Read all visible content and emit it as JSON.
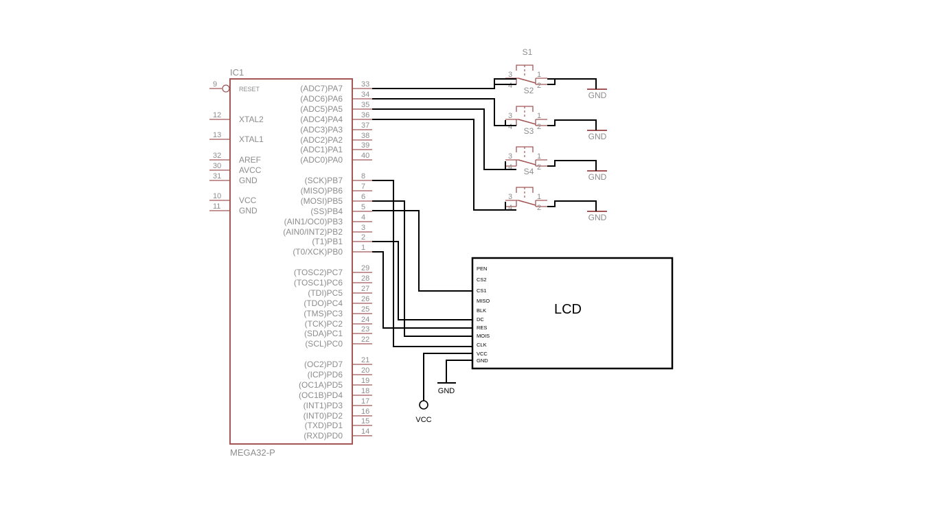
{
  "ic": {
    "name": "IC1",
    "part": "MEGA32-P",
    "left_pins": [
      {
        "num": "9",
        "label": "RESET"
      },
      {
        "num": "12",
        "label": "XTAL2"
      },
      {
        "num": "13",
        "label": "XTAL1"
      },
      {
        "num": "32",
        "label": "AREF"
      },
      {
        "num": "30",
        "label": "AVCC"
      },
      {
        "num": "31",
        "label": "GND"
      },
      {
        "num": "10",
        "label": "VCC"
      },
      {
        "num": "11",
        "label": "GND"
      }
    ],
    "right_pins": [
      {
        "num": "33",
        "label": "(ADC7)PA7"
      },
      {
        "num": "34",
        "label": "(ADC6)PA6"
      },
      {
        "num": "35",
        "label": "(ADC5)PA5"
      },
      {
        "num": "36",
        "label": "(ADC4)PA4"
      },
      {
        "num": "37",
        "label": "(ADC3)PA3"
      },
      {
        "num": "38",
        "label": "(ADC2)PA2"
      },
      {
        "num": "39",
        "label": "(ADC1)PA1"
      },
      {
        "num": "40",
        "label": "(ADC0)PA0"
      },
      {
        "num": "8",
        "label": "(SCK)PB7"
      },
      {
        "num": "7",
        "label": "(MISO)PB6"
      },
      {
        "num": "6",
        "label": "(MOSI)PB5"
      },
      {
        "num": "5",
        "label": "(SS)PB4"
      },
      {
        "num": "4",
        "label": "(AIN1/OC0)PB3"
      },
      {
        "num": "3",
        "label": "(AIN0/INT2)PB2"
      },
      {
        "num": "2",
        "label": "(T1)PB1"
      },
      {
        "num": "1",
        "label": "(T0/XCK)PB0"
      },
      {
        "num": "29",
        "label": "(TOSC2)PC7"
      },
      {
        "num": "28",
        "label": "(TOSC1)PC6"
      },
      {
        "num": "27",
        "label": "(TDI)PC5"
      },
      {
        "num": "26",
        "label": "(TDO)PC4"
      },
      {
        "num": "25",
        "label": "(TMS)PC3"
      },
      {
        "num": "24",
        "label": "(TCK)PC2"
      },
      {
        "num": "23",
        "label": "(SDA)PC1"
      },
      {
        "num": "22",
        "label": "(SCL)PC0"
      },
      {
        "num": "21",
        "label": "(OC2)PD7"
      },
      {
        "num": "20",
        "label": "(ICP)PD6"
      },
      {
        "num": "19",
        "label": "(OC1A)PD5"
      },
      {
        "num": "18",
        "label": "(OC1B)PD4"
      },
      {
        "num": "17",
        "label": "(INT1)PD3"
      },
      {
        "num": "16",
        "label": "(INT0)PD2"
      },
      {
        "num": "15",
        "label": "(TXD)PD1"
      },
      {
        "num": "14",
        "label": "(RXD)PD0"
      }
    ]
  },
  "switches": [
    {
      "name": "S1",
      "pins": [
        "3",
        "4",
        "1",
        "2"
      ]
    },
    {
      "name": "S2",
      "pins": [
        "3",
        "4",
        "1",
        "2"
      ]
    },
    {
      "name": "S3",
      "pins": [
        "3",
        "4",
        "1",
        "2"
      ]
    },
    {
      "name": "S4",
      "pins": [
        "3",
        "4",
        "1",
        "2"
      ]
    }
  ],
  "grounds": [
    "GND",
    "GND",
    "GND",
    "GND"
  ],
  "lcd": {
    "title": "LCD",
    "pins": [
      "PEN",
      "CS2",
      "CS1",
      "MISO",
      "BLK",
      "DC",
      "RES",
      "MOIS",
      "CLK",
      "VCC",
      "GND"
    ]
  },
  "power": {
    "vcc": "VCC",
    "gnd": "GND"
  },
  "colors": {
    "symbol": "#a25555",
    "label_gray": "#8c8c8c",
    "wire": "#000000"
  }
}
